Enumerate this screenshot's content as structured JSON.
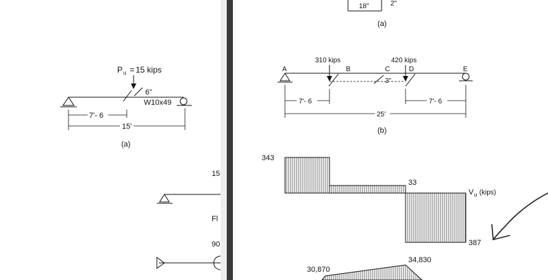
{
  "left_page": {
    "fig_a": {
      "load": "15 kips",
      "load_sub": "u",
      "load_prefix": "P",
      "load_eq": " = ",
      "section": "W10x49",
      "offset": "6\"",
      "dim_half": "7'- 6",
      "dim_span": "15'",
      "caption": "(a)"
    },
    "cutoff": {
      "t1": "15",
      "t2": "Fl",
      "t3": "90"
    }
  },
  "right_page": {
    "top": {
      "dim": "18\"",
      "dim2": "2\"",
      "caption": "(a)"
    },
    "fig_b": {
      "loads": [
        "310 kips",
        "420 kips"
      ],
      "points": [
        "A",
        "B",
        "C",
        "D",
        "E"
      ],
      "offset": "3\"",
      "dim_left": "7'- 6",
      "dim_right": "7'- 6",
      "dim_span": "25'",
      "caption": "(b)"
    },
    "shear": {
      "v_left": "343",
      "v_mid": "33",
      "v_right": "387",
      "label_v": "V",
      "label_sub": "u",
      "label_units": " (kips)"
    },
    "moment": {
      "m1": "30,870",
      "m2": "34,830"
    }
  }
}
